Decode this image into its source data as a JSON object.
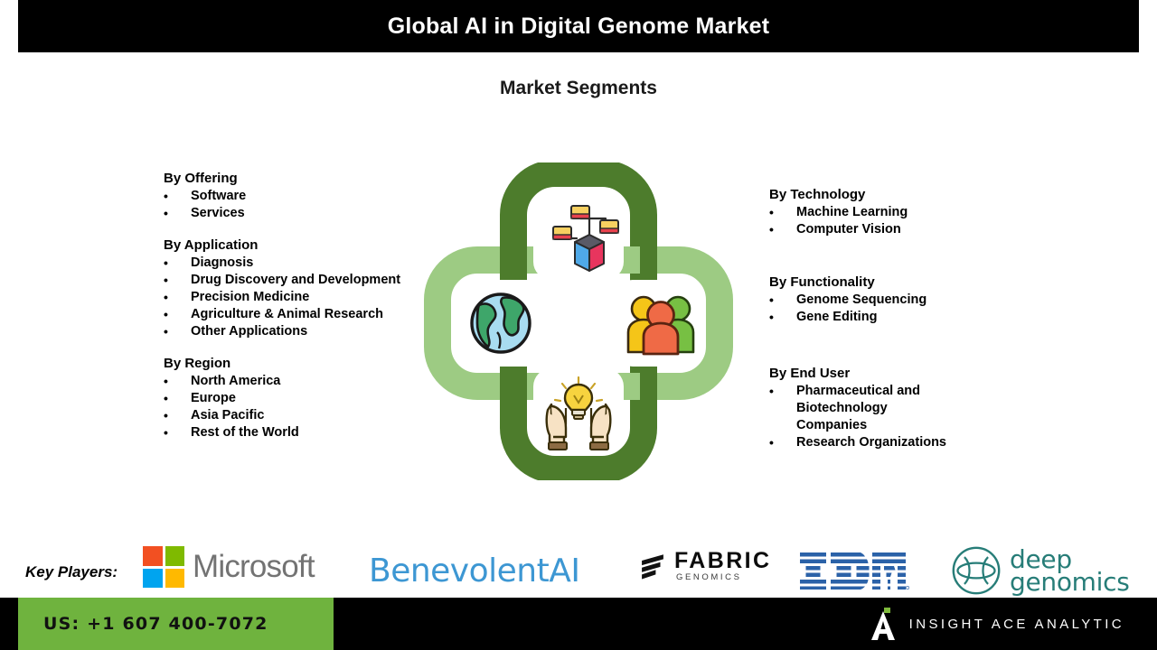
{
  "header": {
    "title": "Global AI in Digital Genome Market"
  },
  "section": {
    "heading": "Market Segments"
  },
  "segments": {
    "left": [
      {
        "title": "By Offering",
        "items": [
          "Software",
          "Services"
        ]
      },
      {
        "title": "By  Application",
        "items": [
          "Diagnosis",
          "Drug Discovery and Development",
          "Precision Medicine",
          "Agriculture & Animal Research",
          "Other Applications"
        ]
      },
      {
        "title": "By Region",
        "items": [
          "North America",
          "Europe",
          "Asia Pacific",
          "Rest of the World"
        ]
      }
    ],
    "right": [
      {
        "title": "By Technology",
        "items": [
          "Machine Learning",
          "Computer Vision"
        ]
      },
      {
        "title": "By Functionality",
        "items": [
          "Genome Sequencing",
          "Gene Editing"
        ]
      },
      {
        "title": "By End User",
        "items": [
          "Pharmaceutical and Biotechnology Companies",
          "Research Organizations"
        ]
      }
    ],
    "bullet_char": "•"
  },
  "central_graphic": {
    "name": "interlocking-rings-diagram",
    "ring_dark_color": "#4D7C2C",
    "ring_light_color": "#9DCB83",
    "icons": [
      {
        "name": "database-network-icon",
        "position": "top"
      },
      {
        "name": "globe-icon",
        "position": "left"
      },
      {
        "name": "people-group-icon",
        "position": "right"
      },
      {
        "name": "hands-lightbulb-icon",
        "position": "bottom"
      }
    ]
  },
  "key_players": {
    "label": "Key Players:",
    "logos": [
      {
        "name": "microsoft-logo",
        "text": "Microsoft",
        "color": "#737373"
      },
      {
        "name": "benevolentai-logo",
        "text": "BenevolentAI",
        "color": "#3D97D3"
      },
      {
        "name": "fabric-genomics-logo",
        "text": "FABRIC",
        "subtext": "GENOMICS",
        "color": "#0c0c0c"
      },
      {
        "name": "ibm-logo",
        "text": "IBM",
        "color": "#2B62A8"
      },
      {
        "name": "deep-genomics-logo",
        "text_line1": "deep",
        "text_line2": "genomics",
        "color": "#277D78"
      }
    ]
  },
  "footer": {
    "phone": "US: +1 607 400-7072",
    "brand": "INSIGHT ACE ANALYTIC",
    "green_color": "#6FB33E",
    "bar_color": "#000000"
  }
}
